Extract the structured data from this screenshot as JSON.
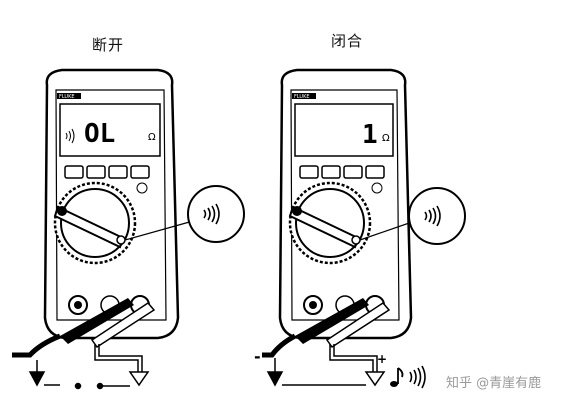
{
  "captions": {
    "left": "断开",
    "right": "闭合"
  },
  "meters": {
    "brand": "FLUKE",
    "left": {
      "reading": "OL",
      "unit": "Ω"
    },
    "right": {
      "reading": "1",
      "unit": "Ω"
    }
  },
  "polarity": {
    "minus": "-",
    "plus": "+"
  },
  "watermark": "知乎 @青崖有鹿",
  "icons": [
    "continuity-beep-icon",
    "speaker-note-icon",
    "ground-icon"
  ]
}
